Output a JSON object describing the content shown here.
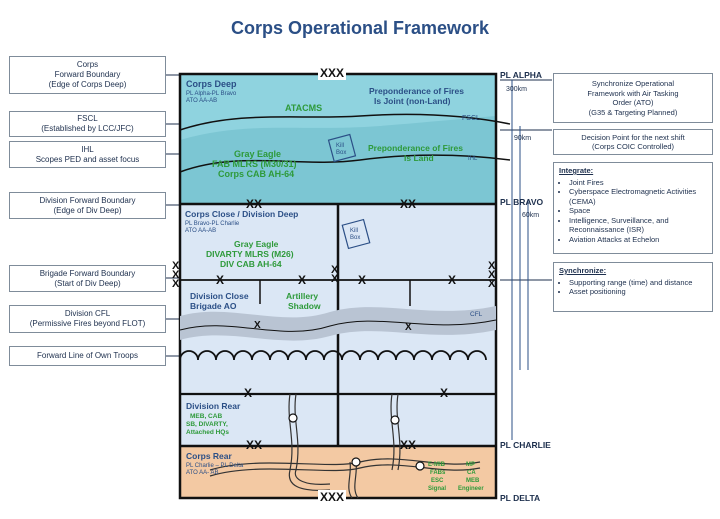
{
  "title": "Corps Operational Framework",
  "left_boxes": [
    {
      "lines": [
        "Corps",
        "Forward Boundary",
        "(Edge of Corps Deep)"
      ]
    },
    {
      "lines": [
        "FSCL",
        "(Established by LCC/JFC)"
      ]
    },
    {
      "lines": [
        "IHL",
        "Scopes PED and asset focus"
      ]
    },
    {
      "lines": [
        "Division Forward Boundary",
        "(Edge of Div Deep)"
      ]
    },
    {
      "lines": [
        "Brigade Forward Boundary",
        "(Start of Div Deep)"
      ]
    },
    {
      "lines": [
        "Division CFL",
        "(Permissive Fires beyond FLOT)"
      ]
    },
    {
      "lines": [
        "Forward Line of Own Troops"
      ]
    }
  ],
  "right_boxes": {
    "ato": [
      "Synchronize Operational",
      "Framework with Air Tasking",
      "Order (ATO)",
      "(G35 & Targeting Planned)"
    ],
    "decision": [
      "Decision Point for the next shift",
      "(Corps COIC Controlled)"
    ],
    "integrate": {
      "header": "Integrate:",
      "items": [
        "Joint Fires",
        "Cyberspace Electromagnetic Activities (CEMA)",
        "Space",
        "Intelligence, Surveillance, and Reconnaissance (ISR)",
        "Aviation Attacks at Echelon"
      ]
    },
    "synchronize": {
      "header": "Synchronize:",
      "items": [
        "Supporting range (time) and distance",
        "Asset positioning"
      ]
    }
  },
  "phase_lines": [
    "PL ALPHA",
    "PL BRAVO",
    "PL CHARLIE",
    "PL DELTA"
  ],
  "distances": [
    "300km",
    "90km",
    "60km"
  ],
  "map": {
    "corps_deep": {
      "title": "Corps Deep",
      "sub": [
        "PL Alpha-PL Bravo",
        "ATO AA-AB"
      ]
    },
    "preponderance_joint": [
      "Preponderance of Fires",
      "Is Joint (non-Land)"
    ],
    "atacms": "ATACMS",
    "fscl": "FSCL",
    "ihl": "IHL",
    "kill_box": [
      "Kill",
      "Box"
    ],
    "preponderance_land": [
      "Preponderance of Fires",
      "Is Land"
    ],
    "deep_assets": [
      "Gray Eagle",
      "FAB MLRS (M30/31)",
      "Corps CAB AH-64"
    ],
    "corps_close": {
      "title": "Corps Close / Division Deep",
      "sub": [
        "PL Bravo-PL Charlie",
        "ATO AA-AB"
      ]
    },
    "close_assets": [
      "Gray Eagle",
      "DIVARTY MLRS (M26)",
      "DIV CAB AH-64"
    ],
    "division_close": [
      "Division Close",
      "Brigade AO"
    ],
    "artillery_shadow": [
      "Artillery",
      "Shadow"
    ],
    "cfl": "CFL",
    "division_rear": {
      "title": "Division Rear",
      "sub": [
        "MEB, CAB",
        "SB, DIVARTY,",
        "Attached HQs"
      ]
    },
    "corps_rear": {
      "title": "Corps Rear",
      "sub": [
        "PL Charlie – PL Delta",
        "ATO AA- AB"
      ]
    },
    "rear_units_1": [
      "E-MIB",
      "FABs",
      "ESC",
      "Signal"
    ],
    "rear_units_2": [
      "MP",
      "CA",
      "MEB",
      "Engineer"
    ],
    "xxx": "XXX",
    "xx": "XX",
    "x": "X"
  },
  "colors": {
    "deep": "#8fd3df",
    "close": "#dbe7f5",
    "rear": "#f3c9a3",
    "title": "#2b4f86",
    "green": "#2e9a3a"
  }
}
